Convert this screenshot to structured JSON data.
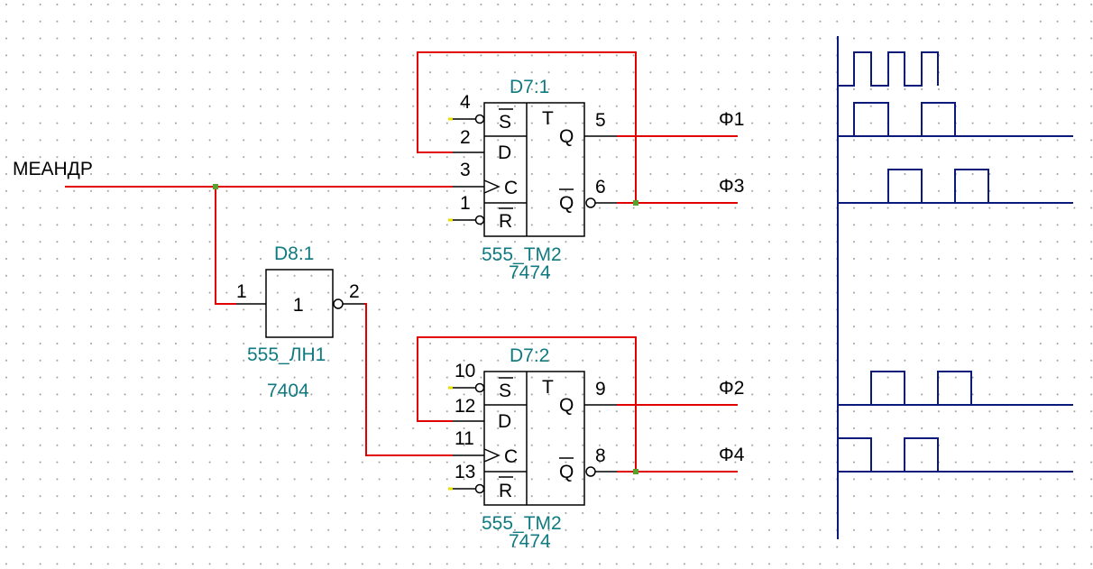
{
  "colors": {
    "wire": "#e00000",
    "timing": "#0a1a7a",
    "component_label": "#107a80",
    "junction": "#5aa02c",
    "pin_stub": "#e8e000"
  },
  "input_net": "МЕАНДР",
  "inverter": {
    "ref": "D8:1",
    "symbol": "1",
    "type": "555_ЛН1",
    "part": "7404",
    "pin_in": "1",
    "pin_out": "2"
  },
  "flipflop1": {
    "ref": "D7:1",
    "type": "555_ТМ2",
    "part": "7474",
    "label_s": "S",
    "label_d": "D",
    "label_c": "C",
    "label_r": "R",
    "label_t": "T",
    "label_q": "Q",
    "label_qn": "Q",
    "pin_s": "4",
    "pin_d": "2",
    "pin_c": "3",
    "pin_r": "1",
    "pin_q": "5",
    "pin_qn": "6"
  },
  "flipflop2": {
    "ref": "D7:2",
    "type": "555_ТМ2",
    "part": "7474",
    "label_s": "S",
    "label_d": "D",
    "label_c": "C",
    "label_r": "R",
    "label_t": "T",
    "label_q": "Q",
    "label_qn": "Q",
    "pin_s": "10",
    "pin_d": "12",
    "pin_c": "11",
    "pin_r": "13",
    "pin_q": "9",
    "pin_qn": "8"
  },
  "outputs": {
    "f1": "Φ1",
    "f2": "Φ2",
    "f3": "Φ3",
    "f4": "Φ4"
  }
}
